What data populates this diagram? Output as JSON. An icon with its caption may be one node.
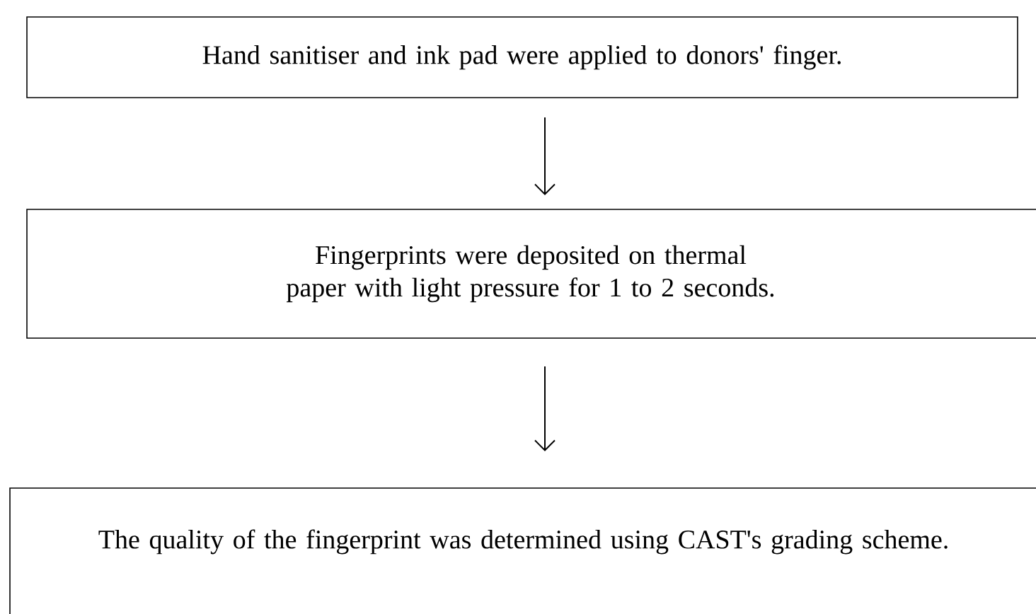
{
  "diagram": {
    "nodes": [
      {
        "text": [
          "Hand sanitiser and ink pad were applied to donors' finger."
        ]
      },
      {
        "text": [
          "Fingerprints were deposited on thermal paper with light pressure for 1 to 2 seconds."
        ]
      },
      {
        "text": [
          "The quality of the fingerprint was determined using CAST's grading scheme."
        ]
      }
    ],
    "edges": [
      {
        "from": 0,
        "to": 1,
        "arrow": "to"
      },
      {
        "from": 1,
        "to": 2,
        "arrow": "to"
      }
    ]
  }
}
